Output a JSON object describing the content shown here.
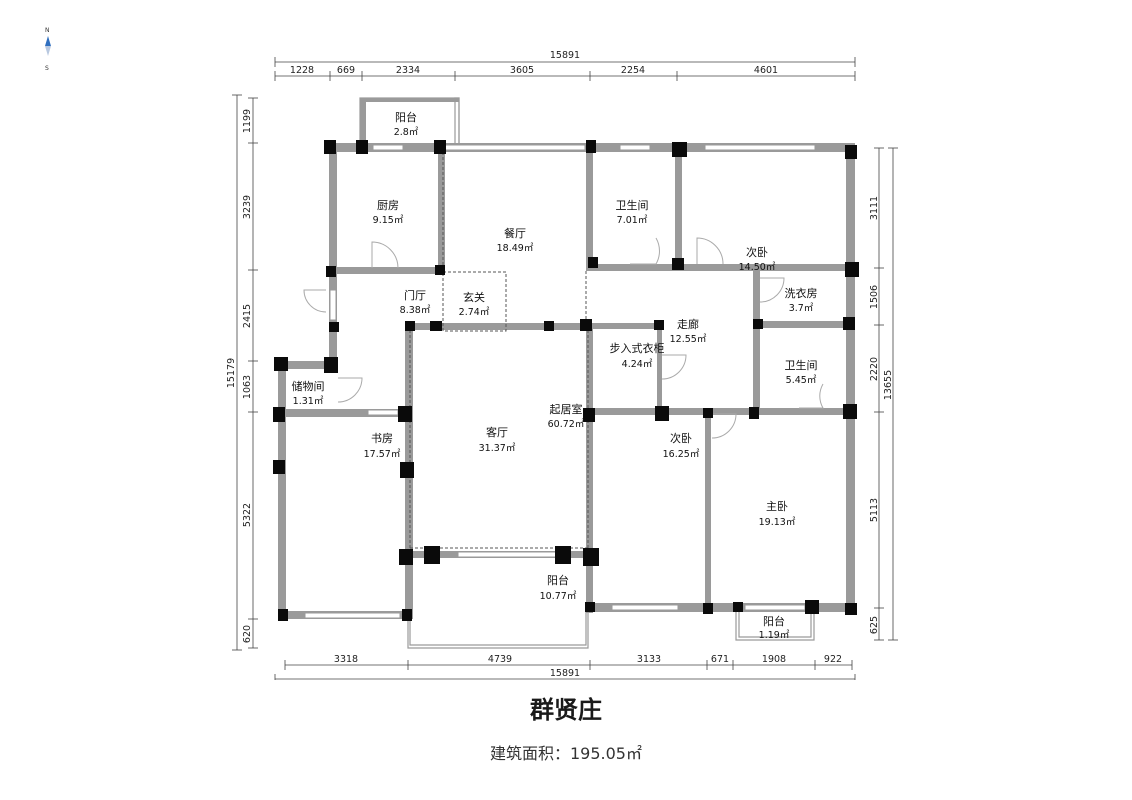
{
  "compass": {
    "north": "N",
    "south": "S"
  },
  "title": "群贤庄",
  "area_line": "建筑面积：195.05㎡",
  "rooms": [
    {
      "name": "阳台",
      "area": "2.8㎡"
    },
    {
      "name": "厨房",
      "area": "9.15㎡"
    },
    {
      "name": "餐厅",
      "area": "18.49㎡"
    },
    {
      "name": "卫生间",
      "area": "7.01㎡"
    },
    {
      "name": "次卧",
      "area": "14.50㎡"
    },
    {
      "name": "门厅",
      "area": "8.38㎡"
    },
    {
      "name": "玄关",
      "area": "2.74㎡"
    },
    {
      "name": "走廊",
      "area": "12.55㎡"
    },
    {
      "name": "洗衣房",
      "area": "3.7㎡"
    },
    {
      "name": "步入式衣柜",
      "area": "4.24㎡"
    },
    {
      "name": "卫生间",
      "area": "5.45㎡"
    },
    {
      "name": "储物间",
      "area": "1.31㎡"
    },
    {
      "name": "起居室",
      "area": "60.72㎡"
    },
    {
      "name": "书房",
      "area": "17.57㎡"
    },
    {
      "name": "客厅",
      "area": "31.37㎡"
    },
    {
      "name": "次卧",
      "area": "16.25㎡"
    },
    {
      "name": "主卧",
      "area": "19.13㎡"
    },
    {
      "name": "阳台",
      "area": "10.77㎡"
    },
    {
      "name": "阳台",
      "area": "1.19㎡"
    }
  ],
  "dimensions": {
    "top_total": "15891",
    "top": [
      "1228",
      "669",
      "2334",
      "3605",
      "2254",
      "4601"
    ],
    "bottom": [
      "3318",
      "4739",
      "3133",
      "671",
      "1908",
      "922"
    ],
    "bottom_total": "15891",
    "left": [
      "1199",
      "3239",
      "2415",
      "1063",
      "5322",
      "620"
    ],
    "left_total": "15179",
    "right": [
      "3111",
      "1506",
      "2220",
      "5113",
      "625"
    ],
    "right_total": "13655"
  }
}
